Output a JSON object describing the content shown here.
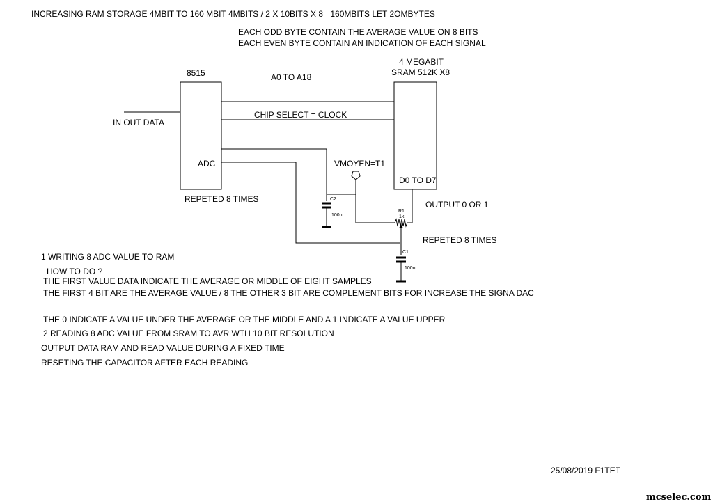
{
  "header": {
    "title": "INCREASING RAM STORAGE  4MBIT TO 160 MBIT    4MBITS / 2  X 10BITS X 8  =160MBITS LET 2OMBYTES",
    "odd_byte": "EACH ODD BYTE CONTAIN THE AVERAGE VALUE ON 8 BITS",
    "even_byte": "EACH EVEN BYTE CONTAIN AN INDICATION OF EACH SIGNAL"
  },
  "diagram": {
    "mcu_label": "8515",
    "mcu_adc_label": "ADC",
    "address_bus": "A0 TO A18",
    "chip_select": "CHIP SELECT = CLOCK",
    "sram_title": "4 MEGABIT",
    "sram_subtitle": "SRAM 512K X8",
    "sram_data": "D0 TO D7",
    "in_out": "IN OUT DATA",
    "repeated_left": "REPETED 8 TIMES",
    "vmoyen": "VMOYEN=T1",
    "output": "OUTPUT 0 OR 1",
    "repeated_right": "REPETED 8 TIMES",
    "c2_name": "C2",
    "c2_value": "100n",
    "r1_name": "R1",
    "r1_value": "1k",
    "c1_name": "C1",
    "c1_value": "100n"
  },
  "notes": {
    "n1": "1  WRITING 8 ADC VALUE TO RAM",
    "n2": "HOW TO DO ?",
    "n3": "THE FIRST VALUE  DATA INDICATE THE AVERAGE OR MIDDLE OF EIGHT SAMPLES",
    "n4": "THE FIRST 4 BIT  ARE THE AVERAGE VALUE / 8   THE OTHER  3  BIT  ARE COMPLEMENT BITS FOR INCREASE THE SIGNA DAC",
    "n5": "THE 0 INDICATE A VALUE UNDER THE AVERAGE OR THE MIDDLE   AND A 1 INDICATE A VALUE UPPER",
    "n6": "2  READING  8 ADC VALUE FROM  SRAM TO AVR WTH 10 BIT RESOLUTION",
    "n7": "OUTPUT DATA RAM AND READ VALUE DURING A FIXED TIME",
    "n8": "RESETING THE CAPACITOR AFTER EACH READING"
  },
  "footer": {
    "date_author": "25/08/2019    F1TET",
    "watermark": "mcselec.com"
  }
}
